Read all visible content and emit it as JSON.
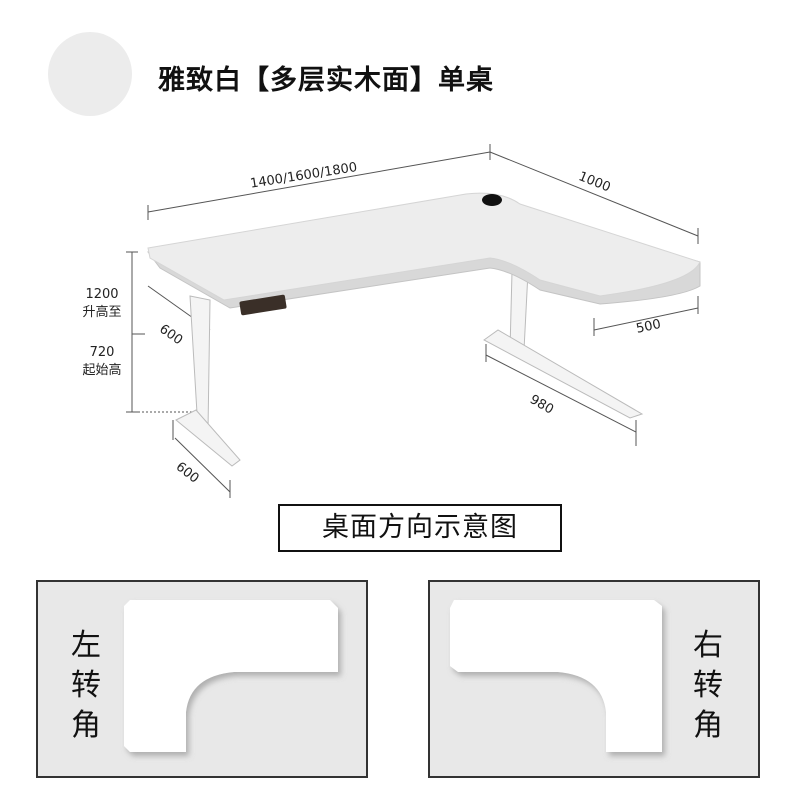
{
  "product_title": "雅致白【多层实木面】单桌",
  "swatch_color": "#ececec",
  "dimensions": {
    "length": "1400/1600/1800",
    "side_length": "1000",
    "depth_left": "600",
    "foot_left": "600",
    "return_width": "500",
    "foot_right": "980"
  },
  "height": {
    "max_value": "1200",
    "max_label": "升高至",
    "min_value": "720",
    "min_label": "起始高"
  },
  "orientation_title": "桌面方向示意图",
  "left_turn": {
    "chars": [
      "左",
      "转",
      "角"
    ]
  },
  "right_turn": {
    "chars": [
      "右",
      "转",
      "角"
    ]
  }
}
